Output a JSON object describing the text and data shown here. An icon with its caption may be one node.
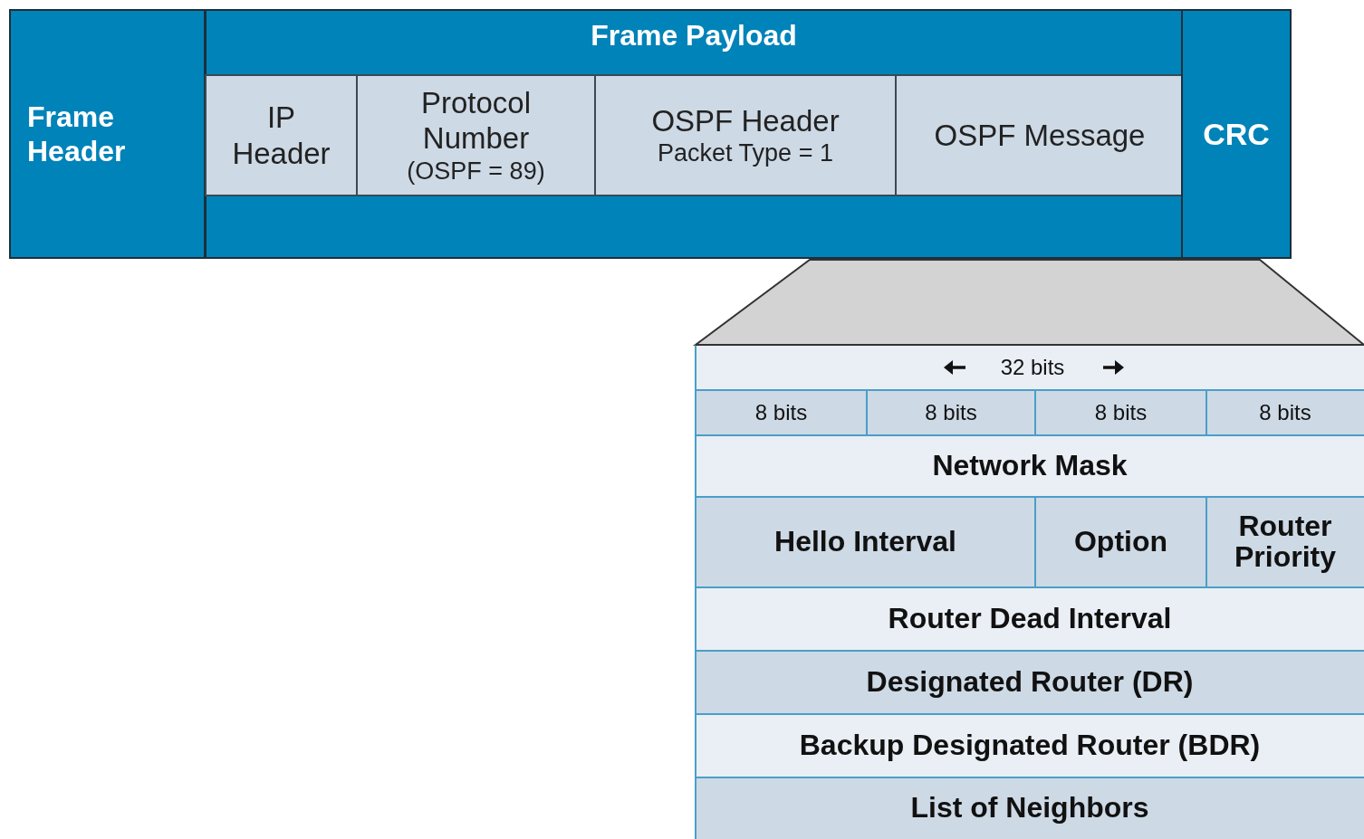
{
  "diagram": {
    "nodes": [
      {
        "text": [
          "Frame Header"
        ]
      },
      {
        "text": [
          "Frame Payload"
        ]
      },
      {
        "text": [
          "IP Header"
        ],
        "in": 1
      },
      {
        "text": [
          "Protocol Number",
          "(OSPF = 89)"
        ],
        "in": 1
      },
      {
        "text": [
          "OSPF Header",
          "Packet Type = 1"
        ],
        "in": 1
      },
      {
        "text": [
          "OSPF Message"
        ],
        "in": 1
      },
      {
        "text": [
          "CRC"
        ]
      },
      {
        "text": [],
        "shape": "trapezoid"
      }
    ],
    "labels": [
      "32 bits",
      "8 bits",
      "8 bits",
      "8 bits",
      "8 bits",
      "Network Mask",
      "Hello Interval",
      "Option",
      "Router Priority",
      "Router Dead Interval",
      "Designated Router (DR)",
      "Backup Designated Router (BDR)",
      "List of Neighbors"
    ]
  }
}
